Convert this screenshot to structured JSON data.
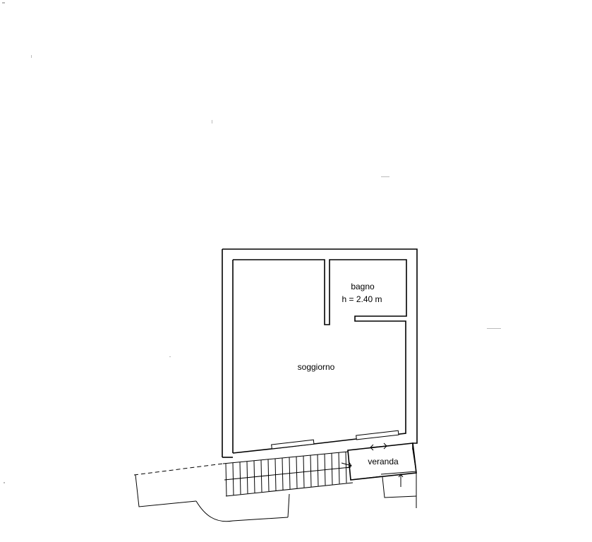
{
  "rooms": {
    "bagno": {
      "name": "bagno",
      "height": "h = 2.40 m"
    },
    "soggiorno": {
      "name": "soggiorno"
    },
    "veranda": {
      "name": "veranda"
    }
  }
}
